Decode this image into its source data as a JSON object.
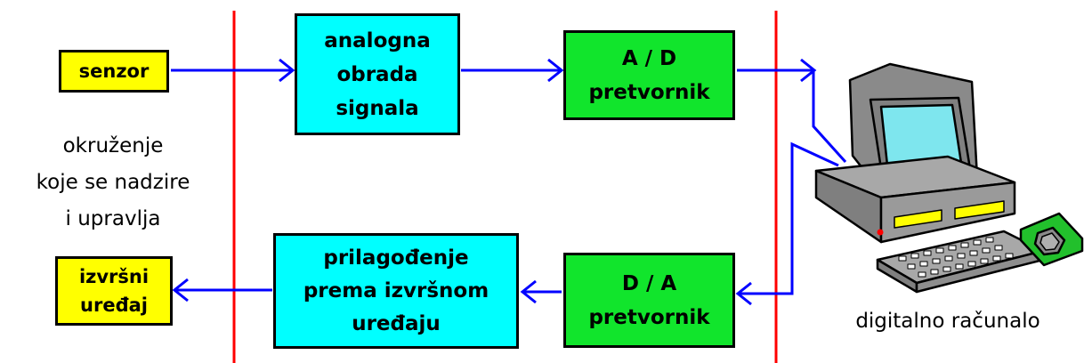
{
  "colors": {
    "sensor_box": "#ffff00",
    "signal_box": "#00ffff",
    "converter_box": "#11e52c",
    "wire": "#0000ff",
    "boundary_line": "#ff0000"
  },
  "sensor": {
    "label": "senzor"
  },
  "environment": {
    "lines": [
      "okruženje",
      "koje se nadzire",
      "i upravlja"
    ]
  },
  "actuator": {
    "lines": [
      "izvršni",
      "uređaj"
    ]
  },
  "analog_processing": {
    "lines": [
      "analogna",
      "obrada",
      "signala"
    ]
  },
  "adapter": {
    "lines": [
      "prilagođenje",
      "prema izvršnom",
      "uređaju"
    ]
  },
  "adc": {
    "lines": [
      "A / D",
      "pretvornik"
    ]
  },
  "dac": {
    "lines": [
      "D / A",
      "pretvornik"
    ]
  },
  "computer": {
    "label": "digitalno računalo",
    "icon": "computer-icon"
  }
}
